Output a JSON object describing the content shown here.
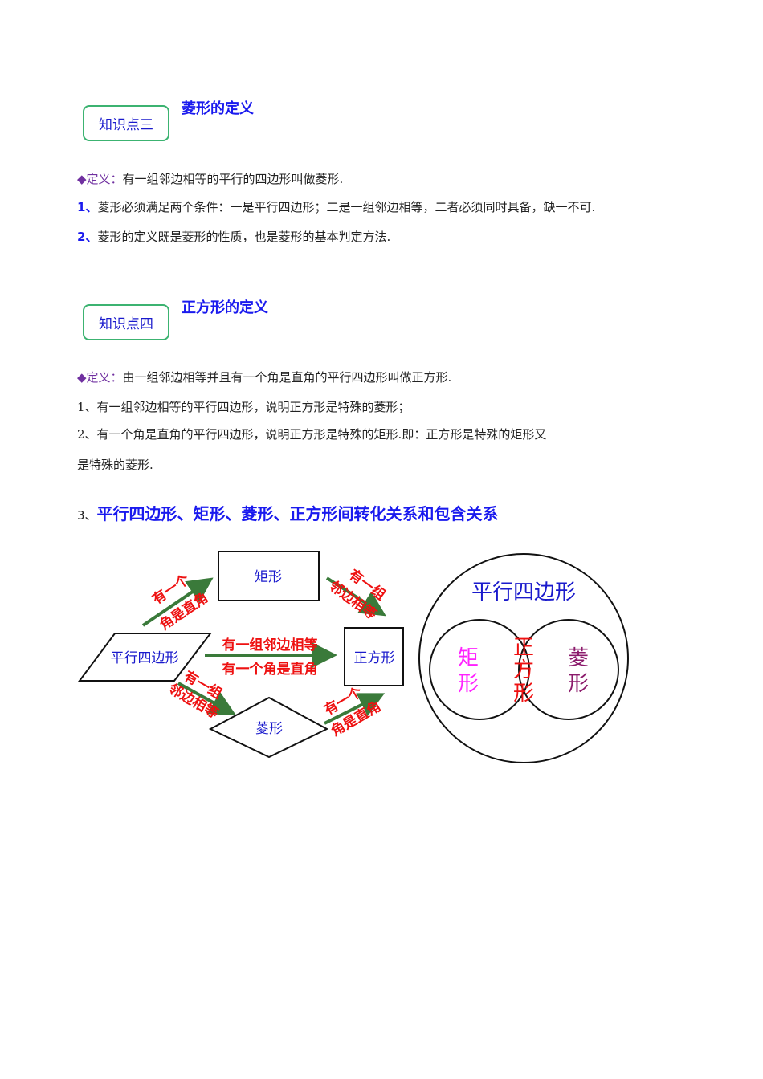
{
  "section3": {
    "badge": "知识点三",
    "title": "菱形的定义",
    "def_label": "◆定义：",
    "def_text": "有一组邻边相等的平行的四边形叫做菱形.",
    "items": [
      {
        "num": "1、",
        "text": "菱形必须满足两个条件：一是平行四边形；二是一组邻边相等，二者必须同时具备，缺一不可."
      },
      {
        "num": "2、",
        "text": "菱形的定义既是菱形的性质，也是菱形的基本判定方法."
      }
    ]
  },
  "section4": {
    "badge": "知识点四",
    "title": "正方形的定义",
    "def_label": "◆定义：",
    "def_text": "由一组邻边相等并且有一个角是直角的平行四边形叫做正方形.",
    "items": [
      "1、有一组邻边相等的平行四边形，说明正方形是特殊的菱形；",
      "2、有一个角是直角的平行四边形，说明正方形是特殊的矩形.即：正方形是特殊的矩形又",
      "是特殊的菱形."
    ]
  },
  "heading3": {
    "prefix": "3、",
    "text": "平行四边形、矩形、菱形、正方形间转化关系和包含关系"
  },
  "flow_diagram": {
    "nodes": {
      "parallelogram": "平行四边形",
      "rectangle": "矩形",
      "square": "正方形",
      "rhombus": "菱形"
    },
    "labels": {
      "p_to_rect": [
        "有一个",
        "角是直角"
      ],
      "rect_to_sq": [
        "有一组",
        "邻边相等"
      ],
      "p_to_sq": [
        "有一组邻边相等",
        "有一个角是直角"
      ],
      "p_to_rhombus": [
        "有一组",
        "邻边相等"
      ],
      "rhombus_to_sq": [
        "有一个",
        "角是直角"
      ]
    }
  },
  "venn": {
    "outer": "平行四边形",
    "left": [
      "矩",
      "形"
    ],
    "center": [
      "正",
      "方",
      "形"
    ],
    "right": [
      "菱",
      "形"
    ],
    "colors": {
      "outer": "#1a1acc",
      "left": "#ff22ff",
      "center": "#ee1111",
      "right": "#8b1a6b"
    }
  }
}
